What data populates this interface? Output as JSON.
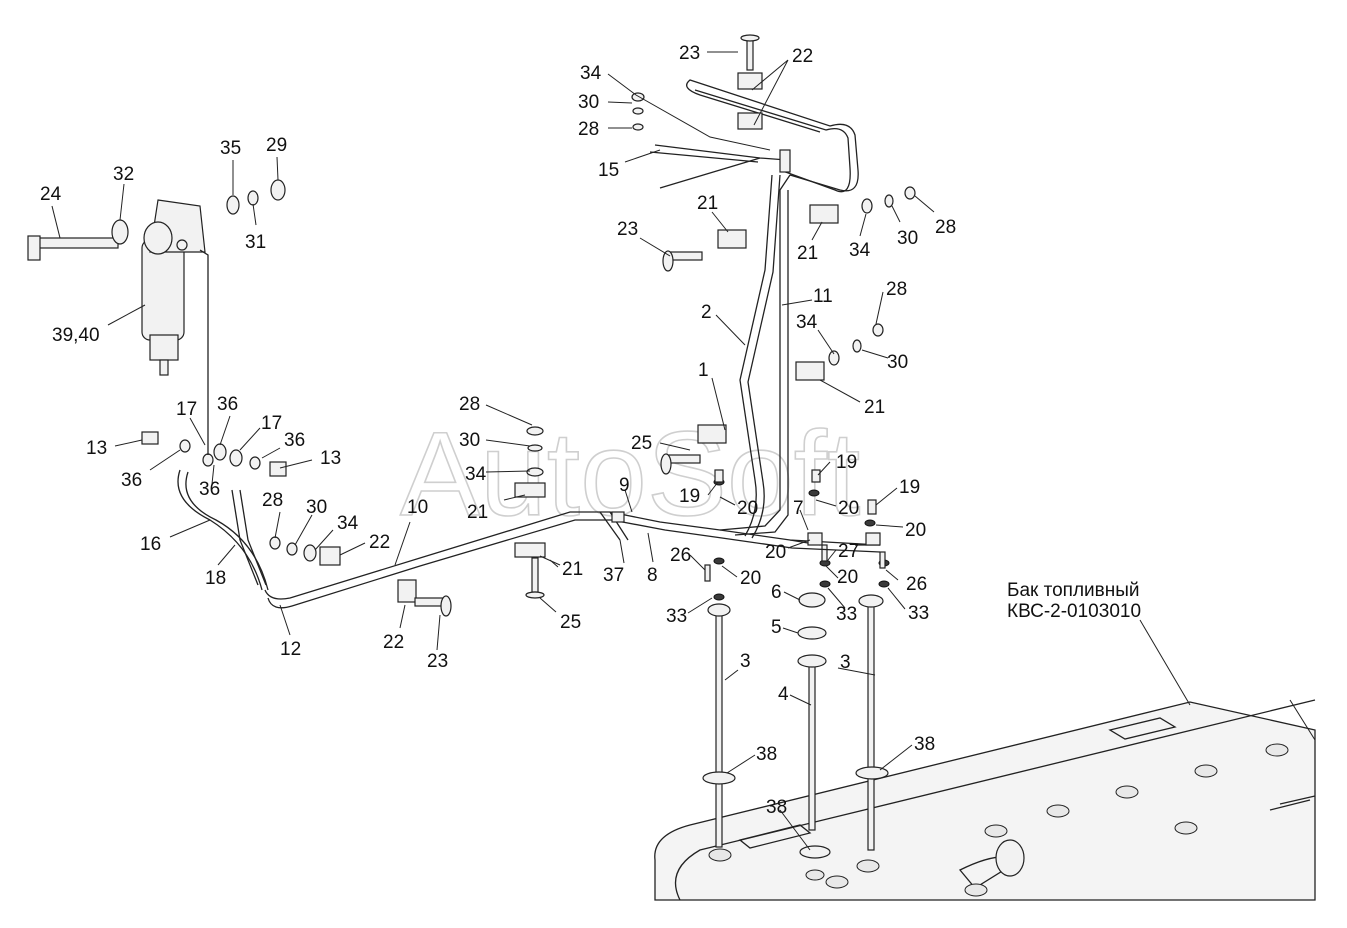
{
  "watermark": "AutoSoft",
  "tank_label": {
    "line1": "Бак топливный",
    "line2": "КВС-2-0103010"
  },
  "callouts": [
    "23",
    "22",
    "34",
    "30",
    "28",
    "15",
    "21",
    "23",
    "21",
    "34",
    "30",
    "28",
    "2",
    "11",
    "28",
    "34",
    "30",
    "1",
    "21",
    "24",
    "32",
    "35",
    "29",
    "31",
    "39,40",
    "17",
    "36",
    "17",
    "36",
    "13",
    "13",
    "36",
    "36",
    "28",
    "30",
    "34",
    "25",
    "21",
    "16",
    "18",
    "28",
    "30",
    "34",
    "22",
    "10",
    "12",
    "22",
    "23",
    "21",
    "25",
    "19",
    "20",
    "19",
    "20",
    "19",
    "20",
    "9",
    "7",
    "8",
    "37",
    "26",
    "20",
    "27",
    "20",
    "20",
    "26",
    "6",
    "33",
    "33",
    "33",
    "5",
    "3",
    "4",
    "3",
    "38",
    "38",
    "38"
  ]
}
